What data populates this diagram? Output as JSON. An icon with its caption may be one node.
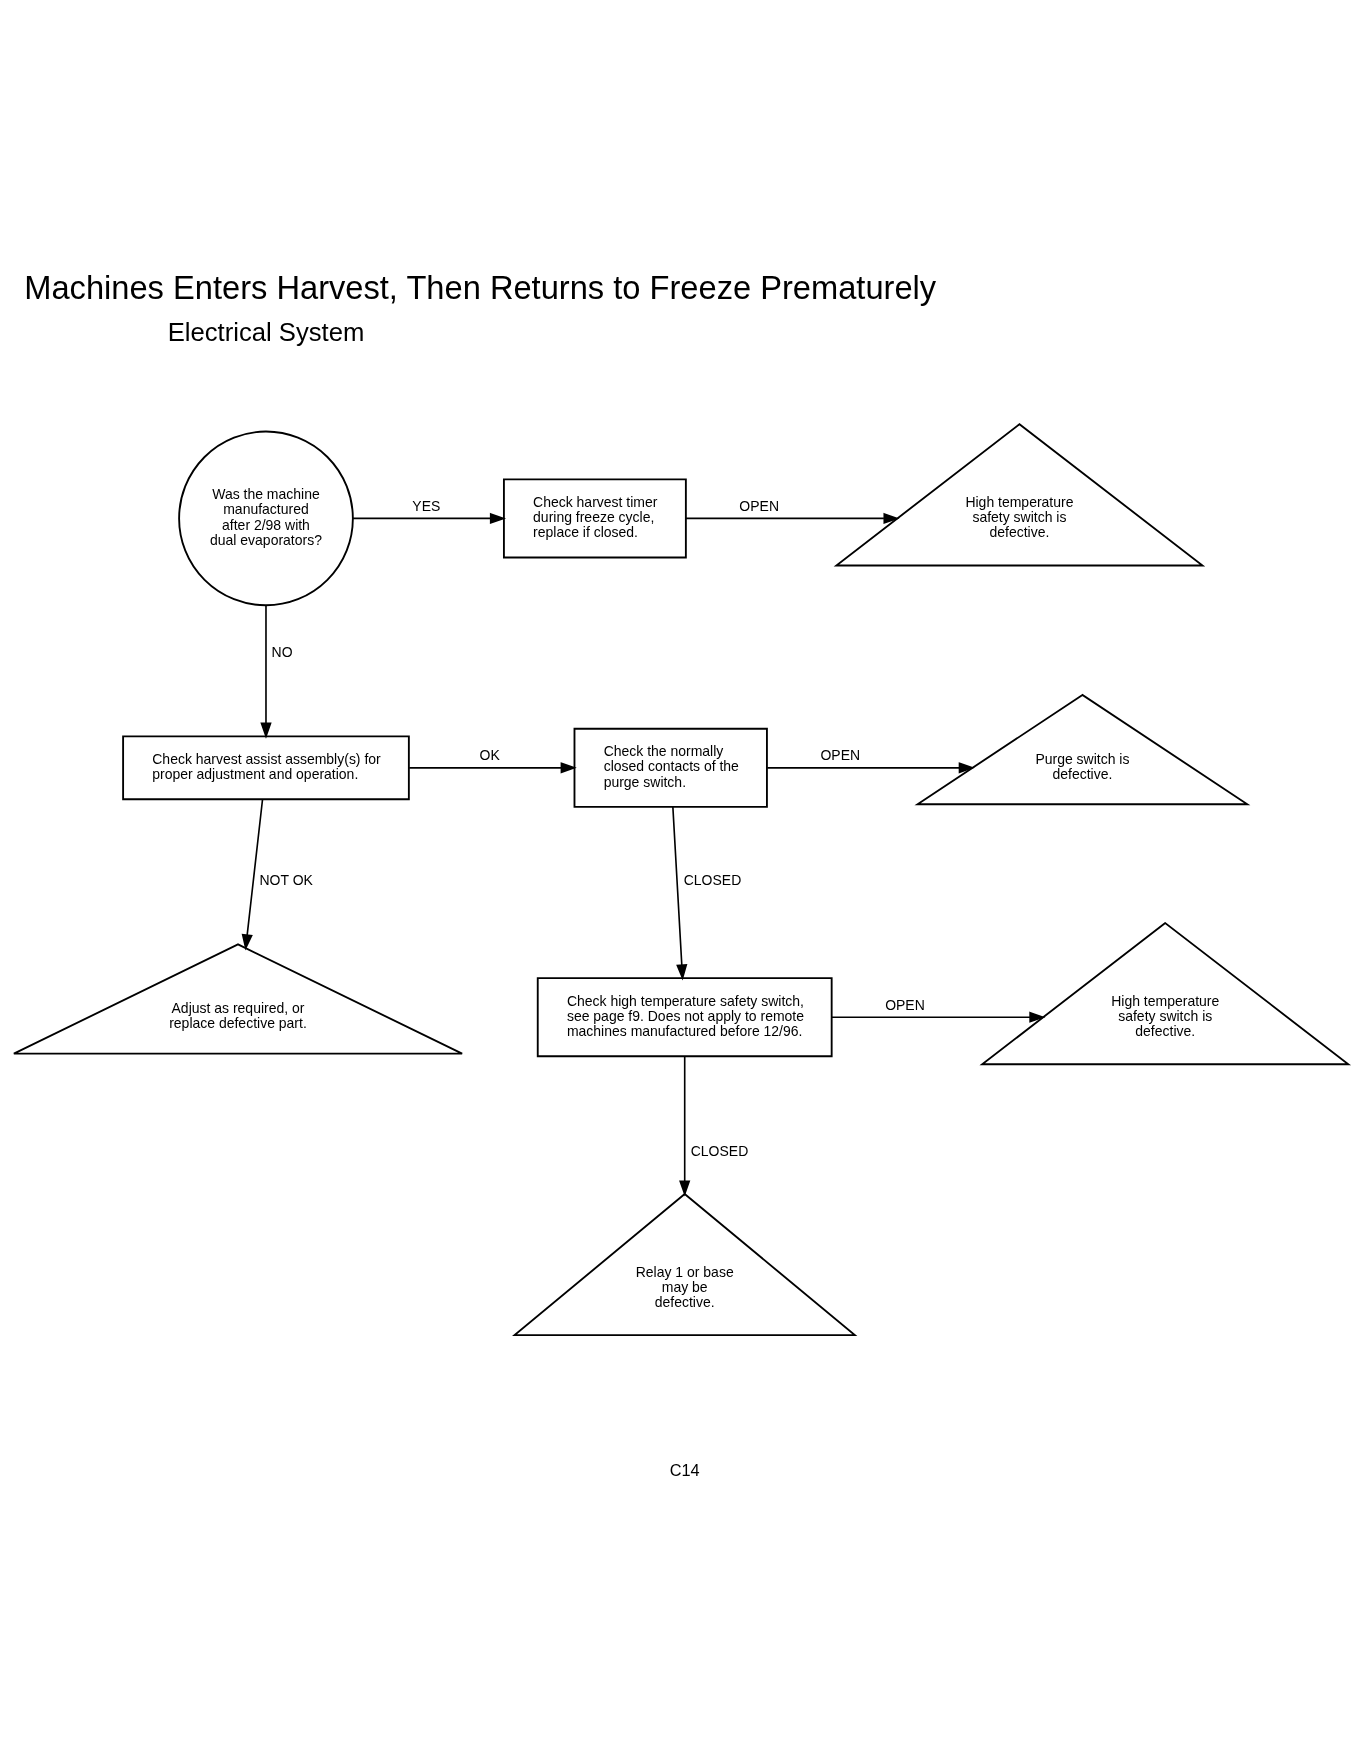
{
  "diagram": {
    "title": "Machines Enters Harvest, Then Returns to Freeze Prematurely",
    "nodes": [
      {
        "text": [
          "Was the machine manufactured after 2/98 with dual evaporators?"
        ]
      },
      {
        "text": [
          "Check harvest timer during freeze cycle, replace if closed."
        ]
      },
      {
        "text": [
          "High temperature safety switch is defective."
        ]
      },
      {
        "text": [
          "Check harvest assist assembly(s) for proper adjustment and operation."
        ]
      },
      {
        "text": [
          "Check the normally closed contacts of the purge switch."
        ]
      },
      {
        "text": [
          "Purge switch is defective."
        ]
      },
      {
        "text": [
          "Adjust as required, or replace defective part."
        ]
      },
      {
        "text": [
          "Check high temperature safety switch, see page f9. Does not apply to remote machines manufactured before 12/96."
        ]
      },
      {
        "text": [
          "High temperature safety switch is defective."
        ]
      },
      {
        "text": [
          "Relay 1 or base may be defective."
        ]
      }
    ],
    "edges": [
      {
        "from": 0,
        "to": 1,
        "arrow": "to",
        "label": "YES"
      },
      {
        "from": 1,
        "to": 2,
        "arrow": "to",
        "label": "OPEN"
      },
      {
        "from": 0,
        "to": 3,
        "arrow": "to",
        "label": "NO"
      },
      {
        "from": 3,
        "to": 4,
        "arrow": "to",
        "label": "OK"
      },
      {
        "from": 4,
        "to": 5,
        "arrow": "to",
        "label": "OPEN"
      },
      {
        "from": 3,
        "to": 6,
        "arrow": "to",
        "label": "NOT OK"
      },
      {
        "from": 4,
        "to": 7,
        "arrow": "to",
        "label": "CLOSED"
      },
      {
        "from": 7,
        "to": 8,
        "arrow": "to",
        "label": "OPEN"
      },
      {
        "from": 7,
        "to": 9,
        "arrow": "to",
        "label": "CLOSED"
      }
    ],
    "labels": [
      "Electrical System",
      "C14"
    ]
  }
}
